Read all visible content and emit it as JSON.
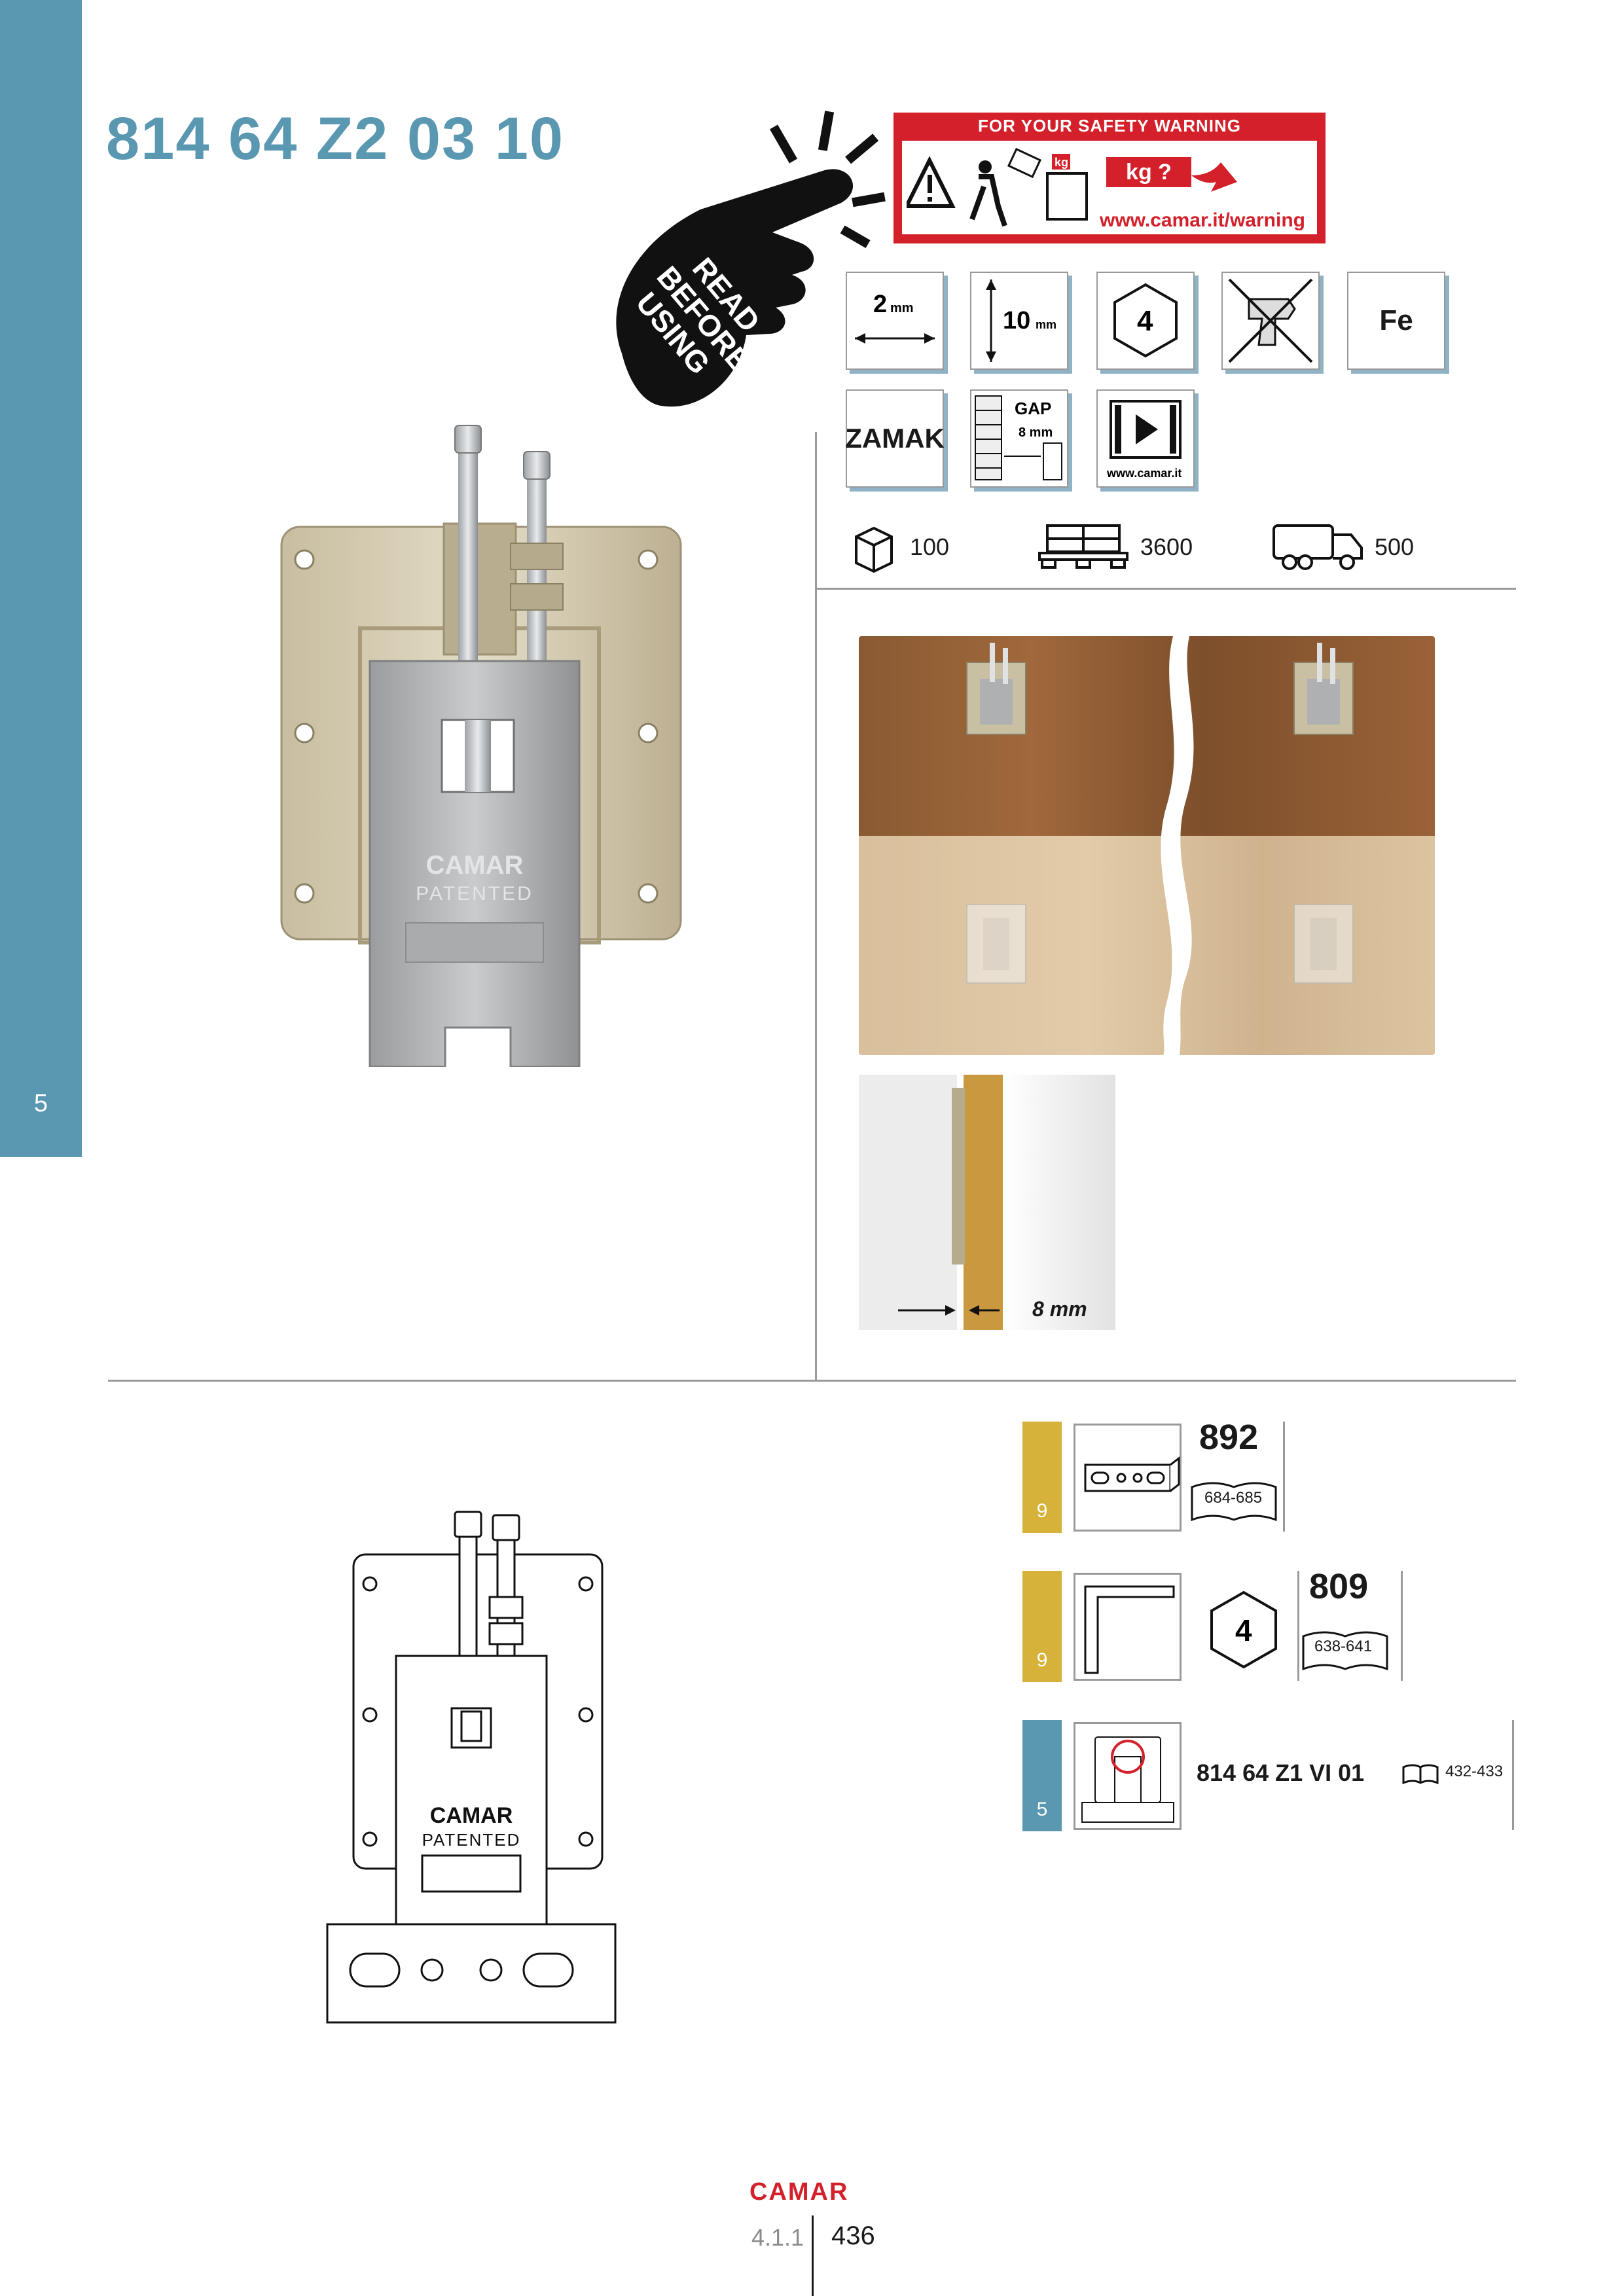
{
  "side_tab": {
    "number": "5"
  },
  "product": {
    "code": "814 64 Z2 03 10"
  },
  "hand": {
    "text_line1": "READ",
    "text_line2": "BEFORE",
    "text_line3": "USING"
  },
  "warning": {
    "header": "FOR YOUR SAFETY WARNING",
    "kg": "kg ?",
    "kg_small": "kg",
    "url": "www.camar.it/warning"
  },
  "specs": {
    "thickness_value": "2",
    "thickness_unit": "mm",
    "adjust_value": "10",
    "adjust_unit": "mm",
    "hex_key": "4",
    "material_fe": "Fe",
    "material_zamak": "ZAMAK",
    "gap_label": "GAP",
    "gap_value": "8 mm",
    "video_url": "www.camar.it"
  },
  "packaging": {
    "box": "100",
    "pallet": "3600",
    "truck": "500"
  },
  "photo": {
    "gap_label": "8 mm"
  },
  "product_drawing": {
    "brand": "CAMAR",
    "patent": "PATENTED"
  },
  "accessories": [
    {
      "tab": "9",
      "number": "892",
      "pages": "684-685"
    },
    {
      "tab": "9",
      "key": "4",
      "number": "809",
      "pages": "638-641"
    },
    {
      "tab": "5",
      "code": "814 64 Z1 VI 01",
      "pages": "432-433"
    }
  ],
  "footer": {
    "logo": "CAMAR",
    "section": "4.1.1",
    "page": "436"
  },
  "colors": {
    "accent_blue": "#5a98b1",
    "warning_red": "#d3202a",
    "accent_gold": "#d6b23a"
  }
}
